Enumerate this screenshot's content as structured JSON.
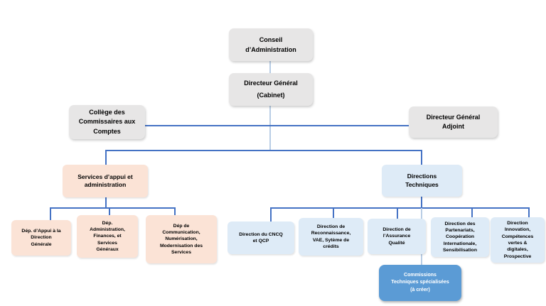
{
  "palette": {
    "box_gray": "#e7e6e6",
    "box_peach": "#fbe3d6",
    "box_lightblue": "#deebf7",
    "box_blue": "#5b9bd5",
    "line_dark": "#4472c4",
    "line_light": "#b9cde5",
    "text_dark": "#000000",
    "text_light": "#ffffff"
  },
  "org_chart": {
    "conseil": "Conseil\nd’Administration",
    "directeur_general": "Directeur Général\n(Cabinet)",
    "college_commissaires": "Collège des\nCommissaires aux\nComptes",
    "dg_adjoint": "Directeur Général\nAdjoint",
    "services_appui": "Services d’appui et\nadministration",
    "directions_techniques": "Directions\nTechniques",
    "dep_appui_dg": "Dép. d’Appui à la\nDirection\nGénérale",
    "dep_admin_finances": "Dép.\nAdministration,\nFinances, et\nServices\nGénéraux",
    "dep_communication": "Dép de\nCommunication,\nNumérisation,\nModernisation des\nServices",
    "dir_cncq": "Direction du CNCQ\net QCP",
    "dir_reconnaissance": "Direction de\nReconnaissance,\nVAE, Sytème de\ncrédits",
    "dir_assurance_qualite": "Direction de\nl’Assurance\nQualité",
    "dir_partenariats": "Direction des\nPartenariats,\nCoopération\nInternationale,\nSensibilisation",
    "dir_innovation": "Direction\nInnovation,\nCompétences\nvertes &\ndigitales,\nProspective",
    "commissions_techniques": "Commissions\nTechniques spécialisées\n(à créer)"
  }
}
